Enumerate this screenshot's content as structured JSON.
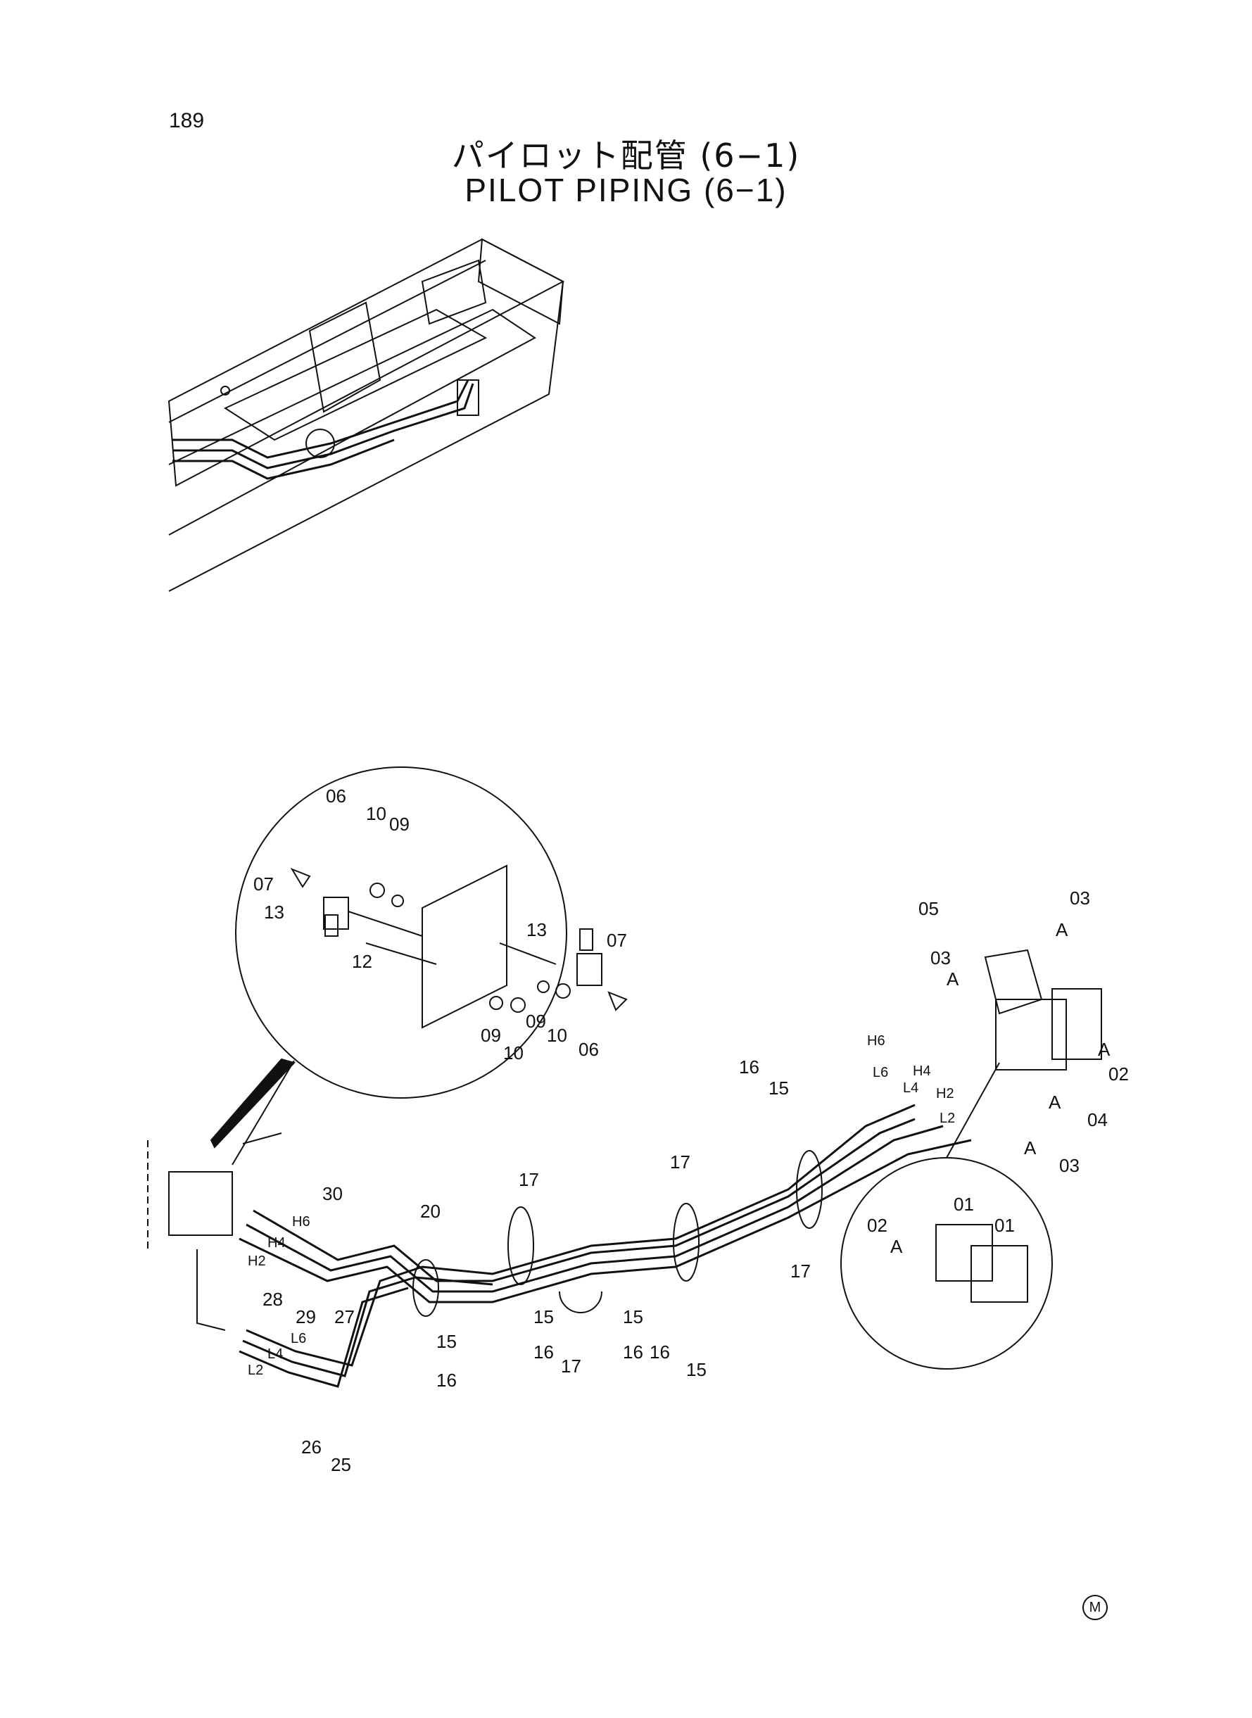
{
  "page_number": "189",
  "title_jp": "パイロット配管 (6−1)",
  "title_en": "PILOT PIPING (6−1)",
  "corner_mark": "M",
  "detail_callouts": {
    "part_06_top": "06",
    "part_10_top": "10",
    "part_09_top": "09",
    "part_07_left": "07",
    "part_13_left": "13",
    "part_12": "12",
    "part_13_right": "13",
    "part_07_right": "07",
    "part_09_bottom_a": "09",
    "part_10_bottom_a": "10",
    "part_09_bottom_b": "09",
    "part_10_bottom_b": "10",
    "part_06_bottom": "06"
  },
  "main_callouts": {
    "part_05": "05",
    "part_03_top": "03",
    "part_03_mid": "03",
    "part_02": "02",
    "part_04": "04",
    "part_03_bottom": "03",
    "A1": "A",
    "A2": "A",
    "A3": "A",
    "A4": "A",
    "A5": "A",
    "part_16_top": "16",
    "part_15_top": "15",
    "part_17_right": "17",
    "part_17_mid": "17",
    "part_17_bottom": "17",
    "part_17_low": "17",
    "part_20": "20",
    "part_30": "30",
    "part_28": "28",
    "part_29": "29",
    "part_27": "27",
    "part_26": "26",
    "part_25": "25",
    "part_15_a": "15",
    "part_16_a": "16",
    "part_15_b": "15",
    "part_16_b": "16",
    "part_15_c": "15",
    "part_16_c": "16",
    "part_16_d": "16",
    "part_15_d": "15"
  },
  "hose_labels": {
    "H6_left": "H6",
    "H4_left": "H4",
    "H2_left": "H2",
    "L6_left": "L6",
    "L4_left": "L4",
    "L2_left": "L2",
    "H6_right": "H6",
    "L6_right": "L6",
    "H4_right": "H4",
    "L4_right": "L4",
    "H2_right": "H2",
    "L2_right": "L2"
  },
  "detail_right_callouts": {
    "part_01_a": "01",
    "part_01_b": "01",
    "part_02": "02",
    "A": "A"
  }
}
